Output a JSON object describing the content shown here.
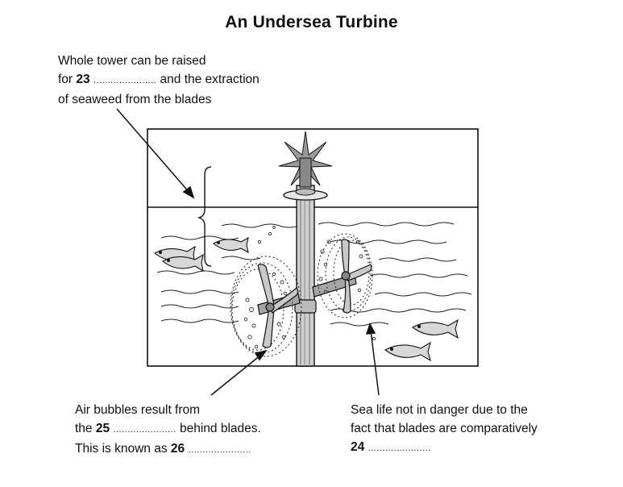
{
  "title": "An Undersea Turbine",
  "blank_dots": "......................",
  "note_top": {
    "line1": "Whole tower can be raised",
    "line2_pre": "for",
    "line2_num": "23",
    "line2_post": "and the extraction",
    "line3": "of seaweed from the blades"
  },
  "note_bottom_left": {
    "line1": "Air bubbles result from",
    "line2_pre": "the",
    "line2_num": "25",
    "line2_post": "behind blades.",
    "line3_pre": "This is known as",
    "line3_num": "26"
  },
  "note_bottom_right": {
    "line1": "Sea life not in danger due to the",
    "line2": "fact that blades are comparatively",
    "line3_num": "24"
  }
}
